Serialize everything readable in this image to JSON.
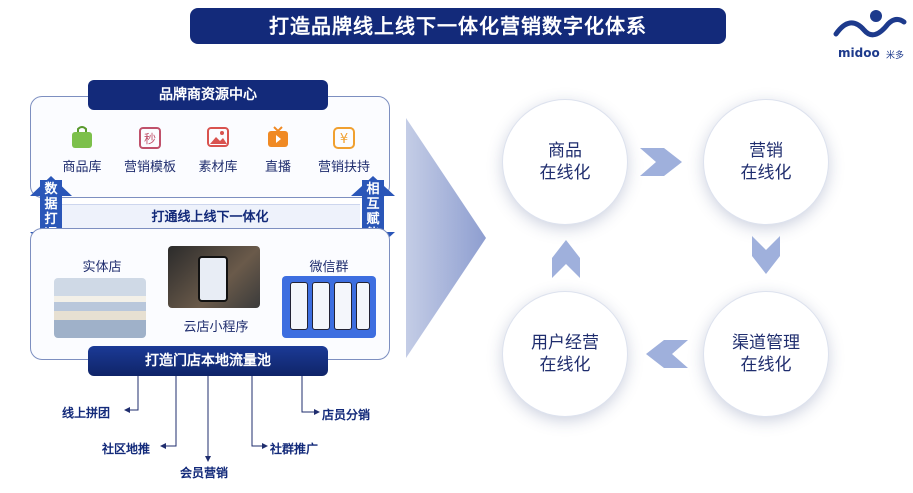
{
  "header": {
    "title": "打造品牌线上线下一体化营销数字化体系"
  },
  "logo": {
    "text": "midoo",
    "sub": "米多"
  },
  "resource_center": {
    "caption": "品牌商资源中心",
    "items": [
      {
        "label": "商品库",
        "icon": "shopping-bag-icon",
        "color": "#7cc04b"
      },
      {
        "label": "营销模板",
        "icon": "seckill-tag-icon",
        "color": "#c0516b"
      },
      {
        "label": "素材库",
        "icon": "image-library-icon",
        "color": "#d9534f"
      },
      {
        "label": "直播",
        "icon": "live-tv-icon",
        "color": "#f08a24"
      },
      {
        "label": "营销扶持",
        "icon": "yuan-support-icon",
        "color": "#f0a030"
      }
    ]
  },
  "bridge": {
    "left_label": "数据打通",
    "right_label": "相互赋能",
    "center_label": "打通线上线下一体化"
  },
  "store_section": {
    "items": [
      {
        "label": "实体店",
        "icon": "physical-store-photo"
      },
      {
        "label": "云店小程序",
        "icon": "mini-program-photo"
      },
      {
        "label": "微信群",
        "icon": "wechat-group-photo"
      }
    ],
    "caption": "打造门店本地流量池"
  },
  "channels": [
    "线上拼团",
    "社区地推",
    "会员营销",
    "社群推广",
    "店员分销"
  ],
  "cycle": {
    "nodes": [
      {
        "line1": "商品",
        "line2": "在线化"
      },
      {
        "line1": "营销",
        "line2": "在线化"
      },
      {
        "line1": "渠道管理",
        "line2": "在线化"
      },
      {
        "line1": "用户经营",
        "line2": "在线化"
      }
    ],
    "arrow_color": "#9fb0dc"
  },
  "colors": {
    "primary": "#132a7a",
    "accent": "#2a56b8"
  }
}
